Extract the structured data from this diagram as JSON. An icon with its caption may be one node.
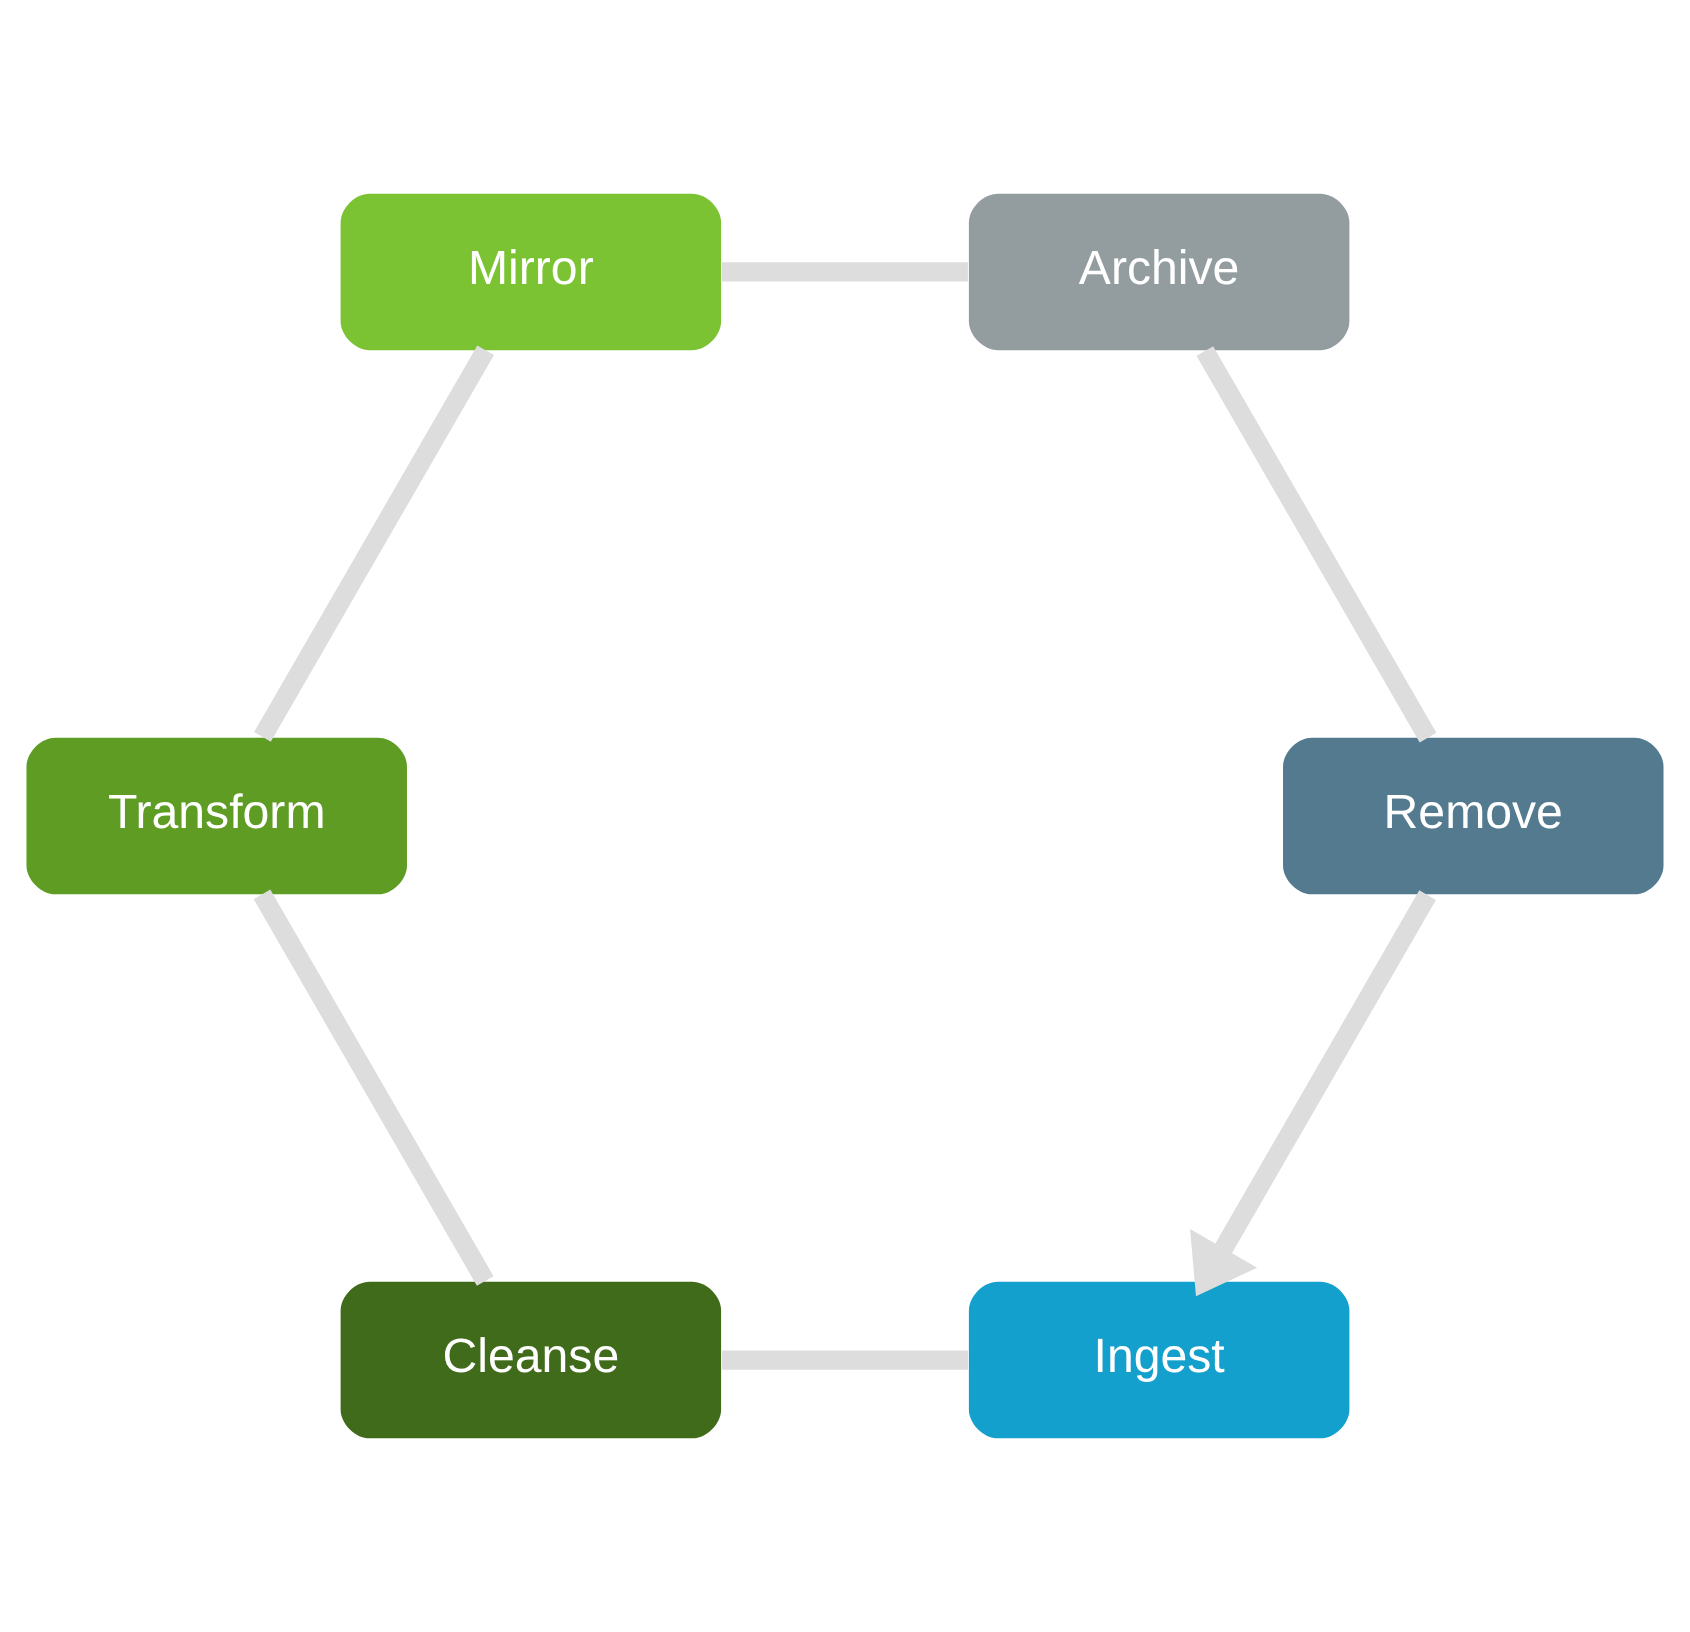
{
  "diagram": {
    "nodes": [
      {
        "text": [
          "Ingest"
        ]
      },
      {
        "text": [
          "Cleanse"
        ]
      },
      {
        "text": [
          "Transform"
        ]
      },
      {
        "text": [
          "Mirror"
        ]
      },
      {
        "text": [
          "Archive"
        ]
      },
      {
        "text": [
          "Remove"
        ]
      }
    ],
    "edges": [
      {
        "from": 0,
        "to": 1,
        "arrow": "none"
      },
      {
        "from": 1,
        "to": 2,
        "arrow": "none"
      },
      {
        "from": 2,
        "to": 3,
        "arrow": "none"
      },
      {
        "from": 3,
        "to": 4,
        "arrow": "none"
      },
      {
        "from": 4,
        "to": 5,
        "arrow": "none"
      },
      {
        "from": 5,
        "to": 0,
        "arrow": "to"
      }
    ]
  }
}
